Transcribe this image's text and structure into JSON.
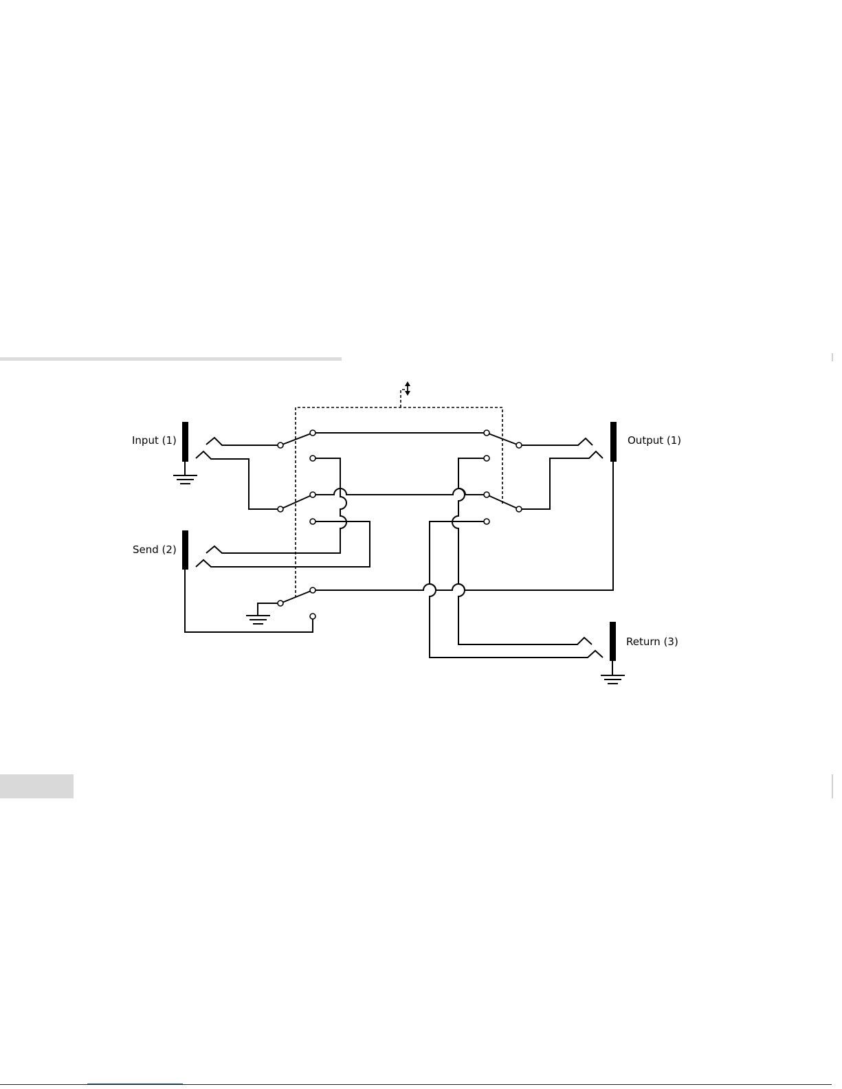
{
  "diagram": {
    "labels": {
      "input": "Input (1)",
      "output": "Output (1)",
      "send": "Send (2)",
      "return": "Return (3)"
    },
    "colors": {
      "wire": "#000000",
      "rule": "#dcdcdc",
      "tab": "#d9d9d9",
      "link": "#1a4fd6"
    }
  }
}
